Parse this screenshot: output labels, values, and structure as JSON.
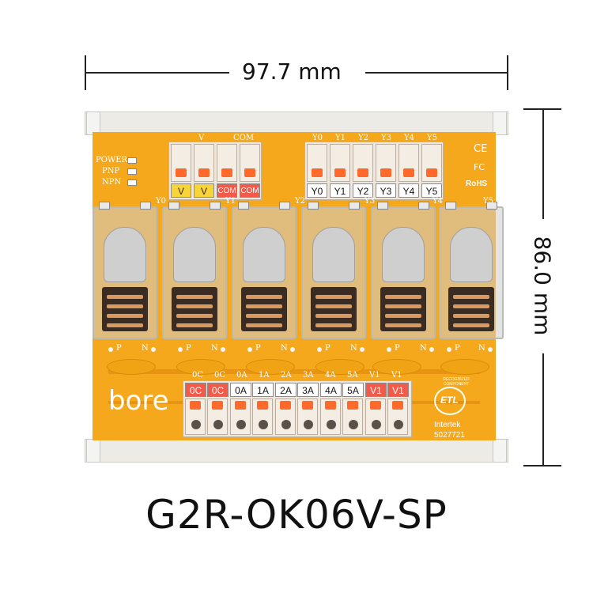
{
  "dimensions": {
    "width": "97.7 mm",
    "height": "86.0 mm"
  },
  "model": "G2R-OK06V-SP",
  "brand": "bore",
  "status_leds": [
    "POWER",
    "PNP",
    "NPN"
  ],
  "top_terminals_left": {
    "silk": [
      "V",
      "COM"
    ],
    "labels": [
      {
        "text": "V",
        "color": "yellow"
      },
      {
        "text": "V",
        "color": "yellow"
      },
      {
        "text": "COM",
        "color": "red"
      },
      {
        "text": "COM",
        "color": "red"
      }
    ]
  },
  "top_terminals_right": {
    "silk": [
      "Y0",
      "Y1",
      "Y2",
      "Y3",
      "Y4",
      "Y5"
    ],
    "labels": [
      "Y0",
      "Y1",
      "Y2",
      "Y3",
      "Y4",
      "Y5"
    ]
  },
  "relay_labels": [
    "Y0",
    "Y1",
    "Y2",
    "Y3",
    "Y4",
    "Y5"
  ],
  "pn_labels": [
    "P",
    "N"
  ],
  "bottom_silk": [
    "0C",
    "0C",
    "0A",
    "1A",
    "2A",
    "3A",
    "4A",
    "5A",
    "V1",
    "V1"
  ],
  "bottom_labels": [
    {
      "text": "0C",
      "color": "red"
    },
    {
      "text": "0C",
      "color": "red"
    },
    {
      "text": "0A",
      "color": "white"
    },
    {
      "text": "1A",
      "color": "white"
    },
    {
      "text": "2A",
      "color": "white"
    },
    {
      "text": "3A",
      "color": "white"
    },
    {
      "text": "4A",
      "color": "white"
    },
    {
      "text": "5A",
      "color": "white"
    },
    {
      "text": "V1",
      "color": "red"
    },
    {
      "text": "V1",
      "color": "red"
    }
  ],
  "certifications": {
    "ce": "CE",
    "fc": "FC",
    "rohs": "RoHS",
    "etl_top": "RECOGNIZED COMPONENT",
    "etl": "ETL",
    "lab": "Intertek",
    "cert_no": "5027721"
  },
  "colors": {
    "pcb": "#f5a81c",
    "label_red": "#f45a4a",
    "label_yellow": "#f7d43a",
    "terminal_orange": "#ff6a2b"
  }
}
